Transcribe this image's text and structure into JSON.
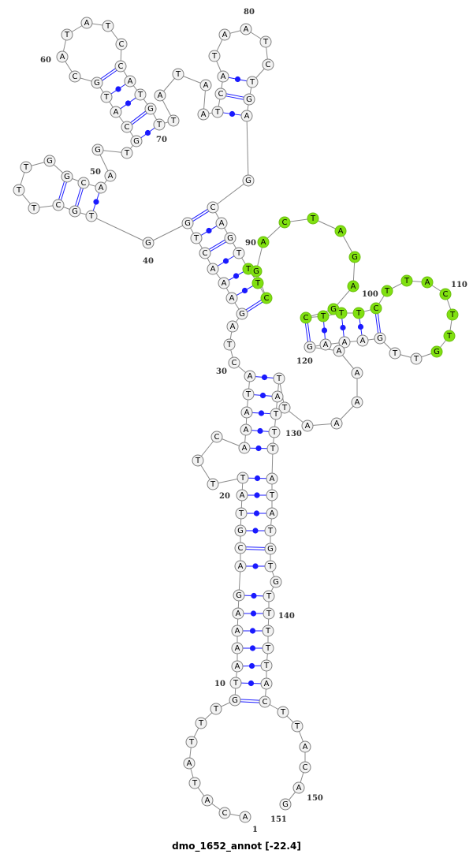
{
  "title": "dmo_1652_annot [-22.4]",
  "structure": {
    "sequence": "ACATATTTGTAAAAGACGTATTTCAAATACTAGAAACTGGTGCTTTGGCAAGTGCATGCATATCCATGTTATAATCATAATCTGAGCAGTTTCGACTAGAGCTTTCTTACTTGTTGAAAGAAAAATTATTTATATGTGTTTTTACTTACAG",
    "length": 151,
    "pairs": [
      [
        9,
        145
      ],
      [
        10,
        144
      ],
      [
        11,
        143
      ],
      [
        12,
        142
      ],
      [
        13,
        141
      ],
      [
        14,
        140
      ],
      [
        15,
        139
      ],
      [
        16,
        137
      ],
      [
        17,
        136
      ],
      [
        18,
        135
      ],
      [
        19,
        134
      ],
      [
        20,
        133
      ],
      [
        21,
        132
      ],
      [
        25,
        131
      ],
      [
        26,
        130
      ],
      [
        27,
        129
      ],
      [
        28,
        128
      ],
      [
        29,
        127
      ],
      [
        33,
        93
      ],
      [
        34,
        92
      ],
      [
        35,
        91
      ],
      [
        36,
        90
      ],
      [
        37,
        89
      ],
      [
        38,
        88
      ],
      [
        39,
        87
      ],
      [
        41,
        50
      ],
      [
        42,
        49
      ],
      [
        43,
        48
      ],
      [
        54,
        69
      ],
      [
        55,
        68
      ],
      [
        56,
        67
      ],
      [
        57,
        66
      ],
      [
        58,
        65
      ],
      [
        75,
        85
      ],
      [
        76,
        84
      ],
      [
        77,
        83
      ],
      [
        102,
        120
      ],
      [
        103,
        119
      ],
      [
        104,
        118
      ],
      [
        105,
        117
      ],
      [
        106,
        116
      ]
    ],
    "highlighted_range": [
      91,
      113
    ],
    "position_labels": [
      1,
      10,
      20,
      30,
      40,
      50,
      60,
      70,
      80,
      90,
      100,
      110,
      120,
      130,
      140,
      150,
      151
    ]
  },
  "colors": {
    "base_fill": "#f2f2f2",
    "base_stroke": "#808080",
    "highlight_fill": "#80e010",
    "backbone": "#8a8a8a",
    "pair": "#1a1aff"
  }
}
